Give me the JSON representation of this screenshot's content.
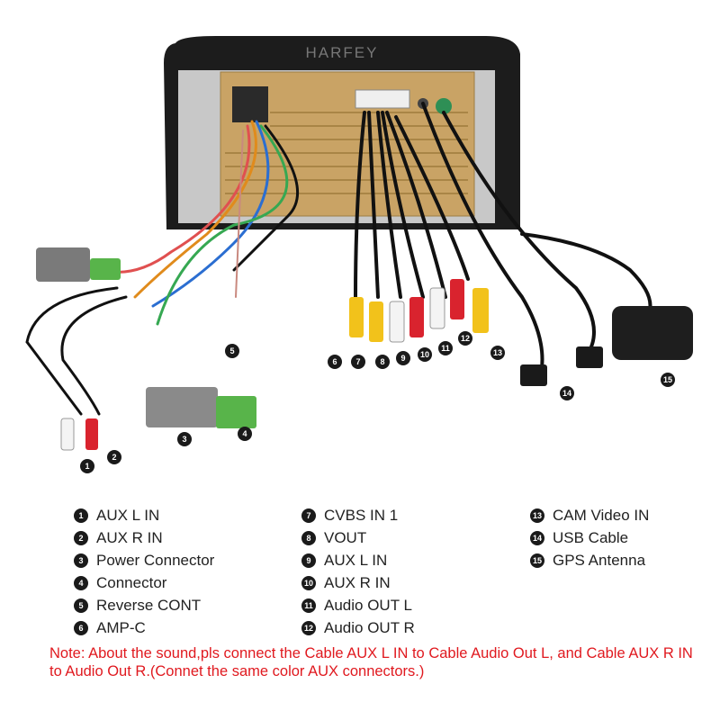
{
  "brand": "HARFEY",
  "legend": [
    [
      {
        "n": "1",
        "label": "AUX L IN"
      },
      {
        "n": "2",
        "label": "AUX R IN"
      },
      {
        "n": "3",
        "label": "Power Connector"
      },
      {
        "n": "4",
        "label": "Connector"
      },
      {
        "n": "5",
        "label": "Reverse CONT"
      },
      {
        "n": "6",
        "label": "AMP-C"
      }
    ],
    [
      {
        "n": "7",
        "label": "CVBS IN 1"
      },
      {
        "n": "8",
        "label": "VOUT"
      },
      {
        "n": "9",
        "label": "AUX L IN"
      },
      {
        "n": "10",
        "label": "AUX R IN"
      },
      {
        "n": "11",
        "label": "Audio OUT L"
      },
      {
        "n": "12",
        "label": "Audio OUT R"
      }
    ],
    [
      {
        "n": "13",
        "label": "CAM Video IN"
      },
      {
        "n": "14",
        "label": "USB Cable"
      },
      {
        "n": "15",
        "label": "GPS Antenna"
      }
    ]
  ],
  "callouts": [
    "1",
    "2",
    "3",
    "4",
    "5",
    "6",
    "7",
    "8",
    "9",
    "10",
    "11",
    "12",
    "13",
    "14",
    "15"
  ],
  "note": "Note: About the sound,pls connect the Cable AUX L IN to Cable Audio Out L, and Cable AUX R IN to  Audio Out R.(Connet the same color AUX connectors.)",
  "colors": {
    "note": "#e0191f",
    "panel": "#c9a365",
    "frame": "#1c1c1c",
    "rca_red": "#d9232e",
    "rca_yellow": "#f2c21b",
    "rca_white": "#f4f4f4",
    "connector_green": "#58b44a"
  }
}
